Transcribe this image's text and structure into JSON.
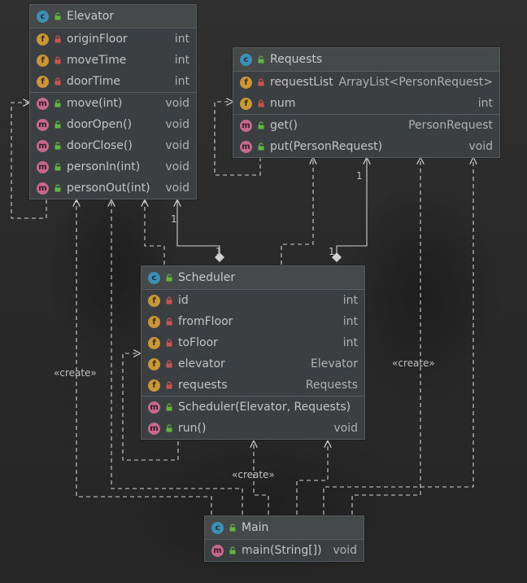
{
  "classes": {
    "elevator": {
      "name": "Elevator",
      "fields": [
        {
          "name": "originFloor",
          "type": "int",
          "visibility": "private"
        },
        {
          "name": "moveTime",
          "type": "int",
          "visibility": "private"
        },
        {
          "name": "doorTime",
          "type": "int",
          "visibility": "private"
        }
      ],
      "methods": [
        {
          "name": "move(int)",
          "type": "void",
          "visibility": "public"
        },
        {
          "name": "doorOpen()",
          "type": "void",
          "visibility": "public"
        },
        {
          "name": "doorClose()",
          "type": "void",
          "visibility": "public"
        },
        {
          "name": "personIn(int)",
          "type": "void",
          "visibility": "public"
        },
        {
          "name": "personOut(int)",
          "type": "void",
          "visibility": "public"
        }
      ]
    },
    "requests": {
      "name": "Requests",
      "fields": [
        {
          "name": "requestList",
          "type": "ArrayList<PersonRequest>",
          "visibility": "private"
        },
        {
          "name": "num",
          "type": "int",
          "visibility": "private"
        }
      ],
      "methods": [
        {
          "name": "get()",
          "type": "PersonRequest",
          "visibility": "public"
        },
        {
          "name": "put(PersonRequest)",
          "type": "void",
          "visibility": "public"
        }
      ]
    },
    "scheduler": {
      "name": "Scheduler",
      "fields": [
        {
          "name": "id",
          "type": "int",
          "visibility": "private"
        },
        {
          "name": "fromFloor",
          "type": "int",
          "visibility": "private"
        },
        {
          "name": "toFloor",
          "type": "int",
          "visibility": "private"
        },
        {
          "name": "elevator",
          "type": "Elevator",
          "visibility": "private"
        },
        {
          "name": "requests",
          "type": "Requests",
          "visibility": "private"
        }
      ],
      "methods": [
        {
          "name": "Scheduler(Elevator, Requests)",
          "type": "",
          "visibility": "public"
        },
        {
          "name": "run()",
          "type": "void",
          "visibility": "public"
        }
      ]
    },
    "main": {
      "name": "Main",
      "fields": [],
      "methods": [
        {
          "name": "main(String[])",
          "type": "void",
          "visibility": "public"
        }
      ]
    }
  },
  "labels": {
    "create_left": "«create»",
    "create_right": "«create»",
    "create_bottom": "«create»",
    "mult_elevator_one": "1",
    "mult_scheduler_elevator": "1",
    "mult_requests_one": "1",
    "mult_scheduler_requests": "1"
  },
  "icons": {
    "class": "class-icon",
    "field": "field-icon",
    "method": "method-icon",
    "private": "lock-icon",
    "public": "unlock-icon"
  },
  "colors": {
    "background": "#2b2b2b",
    "box": "#3c3f41",
    "class_icon": "#3d8fb5",
    "field_icon": "#c9973a",
    "method_icon": "#c46a8a",
    "private_lock": "#c75450",
    "public_lock": "#62b543",
    "connector": "#d0d0d0"
  }
}
